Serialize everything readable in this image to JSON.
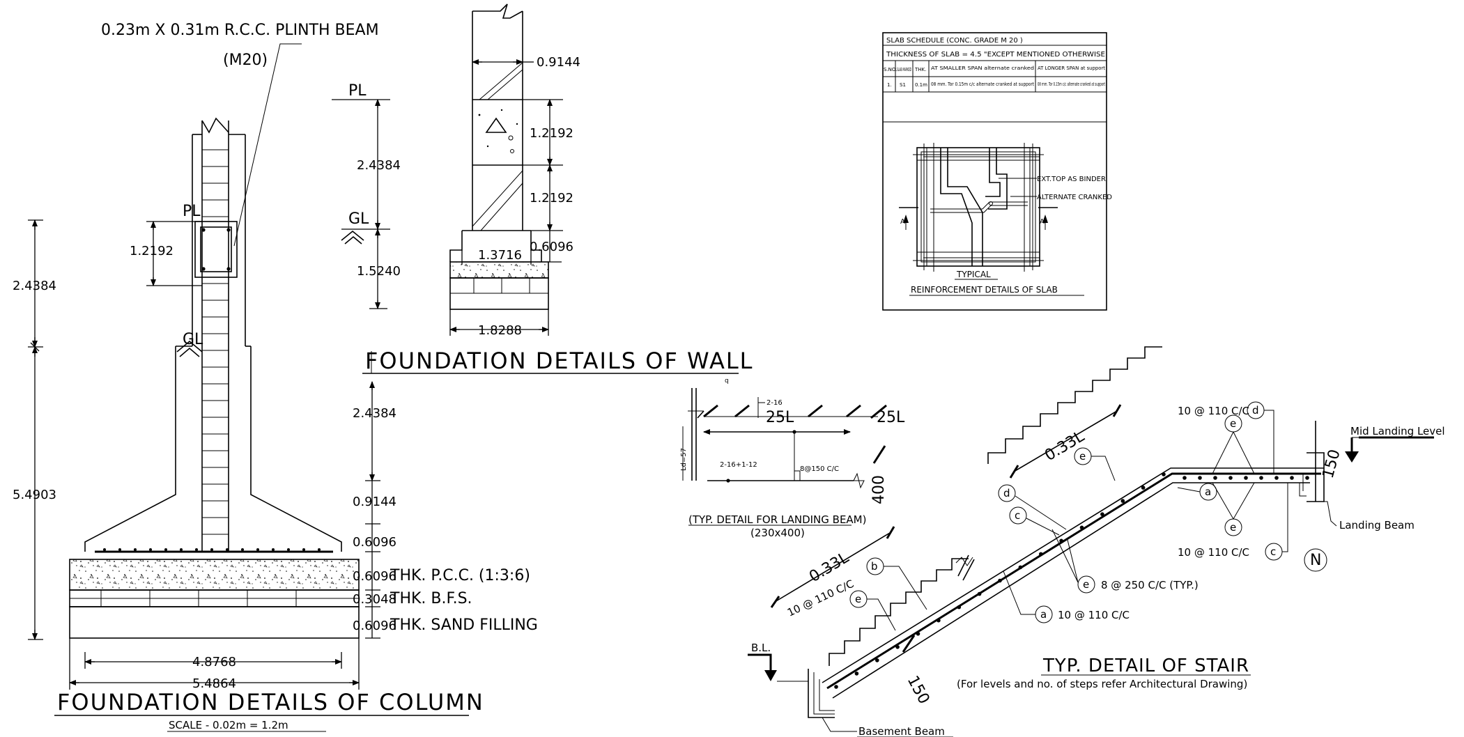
{
  "column": {
    "plinth_beam_label": "0.23m X 0.31m R.C.C. PLINTH BEAM",
    "plinth_beam_grade": "(M20)",
    "pl": "PL",
    "gl": "GL",
    "dims": {
      "total_height_top": "2.4384",
      "total_height_bottom": "5.4903",
      "plinth_beam_depth": "1.2192",
      "upper_column": "2.4384",
      "pedestal": "0.9144",
      "footing": "0.6096",
      "pcc": "0.6096",
      "bfs": "0.3048",
      "sand": "0.6096",
      "inner_width": "4.8768",
      "outer_width": "5.4864"
    },
    "layers": {
      "pcc": "THK. P.C.C. (1:3:6)",
      "bfs": "THK. B.F.S.",
      "sand": "THK. SAND FILLING"
    },
    "title": "FOUNDATION DETAILS OF COLUMN",
    "scale": "SCALE - 0.02m = 1.2m"
  },
  "wall": {
    "pl": "PL",
    "gl": "GL",
    "dims": {
      "top_width": "0.9144",
      "pl_height": "2.4384",
      "gl_depth": "1.5240",
      "beam_depth": "1.2192",
      "lower_depth": "1.2192",
      "offset": "0.6096",
      "footing_width": "1.3716",
      "base_width": "1.8288"
    },
    "title": "FOUNDATION DETAILS OF WALL"
  },
  "slab": {
    "header1": "SLAB SCHEDULE (CONC. GRADE M 20 )",
    "header2": "THICKNESS OF SLAB = 4.5 \"EXCEPT MENTIONED OTHERWISE",
    "columns": [
      "S.NO.",
      "SLAB MARKED",
      "THK.",
      "AT SMALLER SPAN alternate cranked",
      "AT LONGER SPAN at support"
    ],
    "row": [
      "1.",
      "S1",
      "0.1m",
      "08 mm. Tor 0.15m c/c alternate cranked at support",
      "08 mm. Tor 0.15m c/c alternate cranked at support"
    ],
    "note_binder": "EXT.TOP AS BINDER",
    "note_cranked": "ALTERNATE CRANKED",
    "section_a": "A",
    "typical": "TYPICAL",
    "title": "REINFORCEMENT DETAILS OF SLAB"
  },
  "landing_beam": {
    "top_bars": "2-16",
    "left_25l": "25L",
    "right_25l": "25L",
    "ld": "Ld=57",
    "bottom_bars": "2-16+1-12",
    "stirrups": "8@150 C/C",
    "depth": "400",
    "title": "(TYP. DETAIL FOR LANDING BEAM)",
    "size": "(230x400)"
  },
  "stair": {
    "upper_033l": "0.33L",
    "lower_033l": "0.33L",
    "bar_d": "10 @ 110 C/C",
    "bar_c": "10 @ 110 C/C",
    "bar_e_left": "10 @ 110 C/C",
    "bar_e": "8 @ 250 C/C (TYP.)",
    "bar_a": "10 @ 110 C/C",
    "mid_landing": "Mid Landing Level",
    "landing_beam": "Landing Beam",
    "basement_beam": "Basement Beam",
    "bl": "B.L.",
    "w150_top": "150",
    "w150_bottom": "150",
    "north": "N",
    "markers": [
      "a",
      "b",
      "c",
      "d",
      "e"
    ],
    "title": "TYP. DETAIL OF STAIR",
    "subtitle": "(For levels and no. of steps refer Architectural Drawing)"
  }
}
